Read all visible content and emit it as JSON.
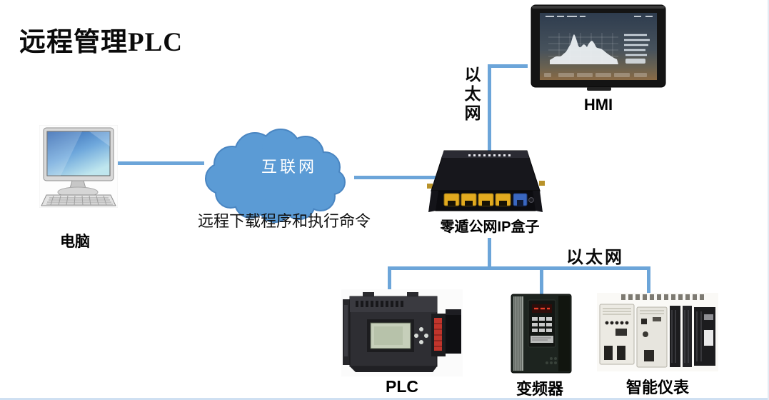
{
  "title": "远程管理PLC",
  "nodes": {
    "computer": {
      "label": "电脑"
    },
    "cloud": {
      "label": "互联网",
      "caption": "远程下载程序和执行命令"
    },
    "gateway": {
      "label": "零遁公网IP盒子"
    },
    "hmi": {
      "label": "HMI"
    },
    "plc": {
      "label": "PLC"
    },
    "inverter": {
      "label": "变频器"
    },
    "smart_meter": {
      "label": "智能仪表"
    }
  },
  "annotations": {
    "ethernet_top": "以太网",
    "ethernet_bottom": "以太网"
  },
  "links": [
    {
      "from": "computer",
      "to": "cloud",
      "label": ""
    },
    {
      "from": "cloud",
      "to": "gateway",
      "label": ""
    },
    {
      "from": "gateway",
      "to": "hmi",
      "label": "以太网"
    },
    {
      "from": "gateway",
      "to": "plc",
      "label": "以太网"
    },
    {
      "from": "gateway",
      "to": "inverter",
      "label": "以太网"
    },
    {
      "from": "gateway",
      "to": "smart_meter",
      "label": "以太网"
    }
  ],
  "colors": {
    "background": "#FFFFFF",
    "connector": "#6CA5D9",
    "cloud_fill": "#5B9BD5",
    "cloud_stroke": "#4A86C2",
    "cloud_text": "#FFFFFF",
    "text": "#000000",
    "port_yellow": "#E2AA1F",
    "port_blue": "#3A67C0"
  }
}
